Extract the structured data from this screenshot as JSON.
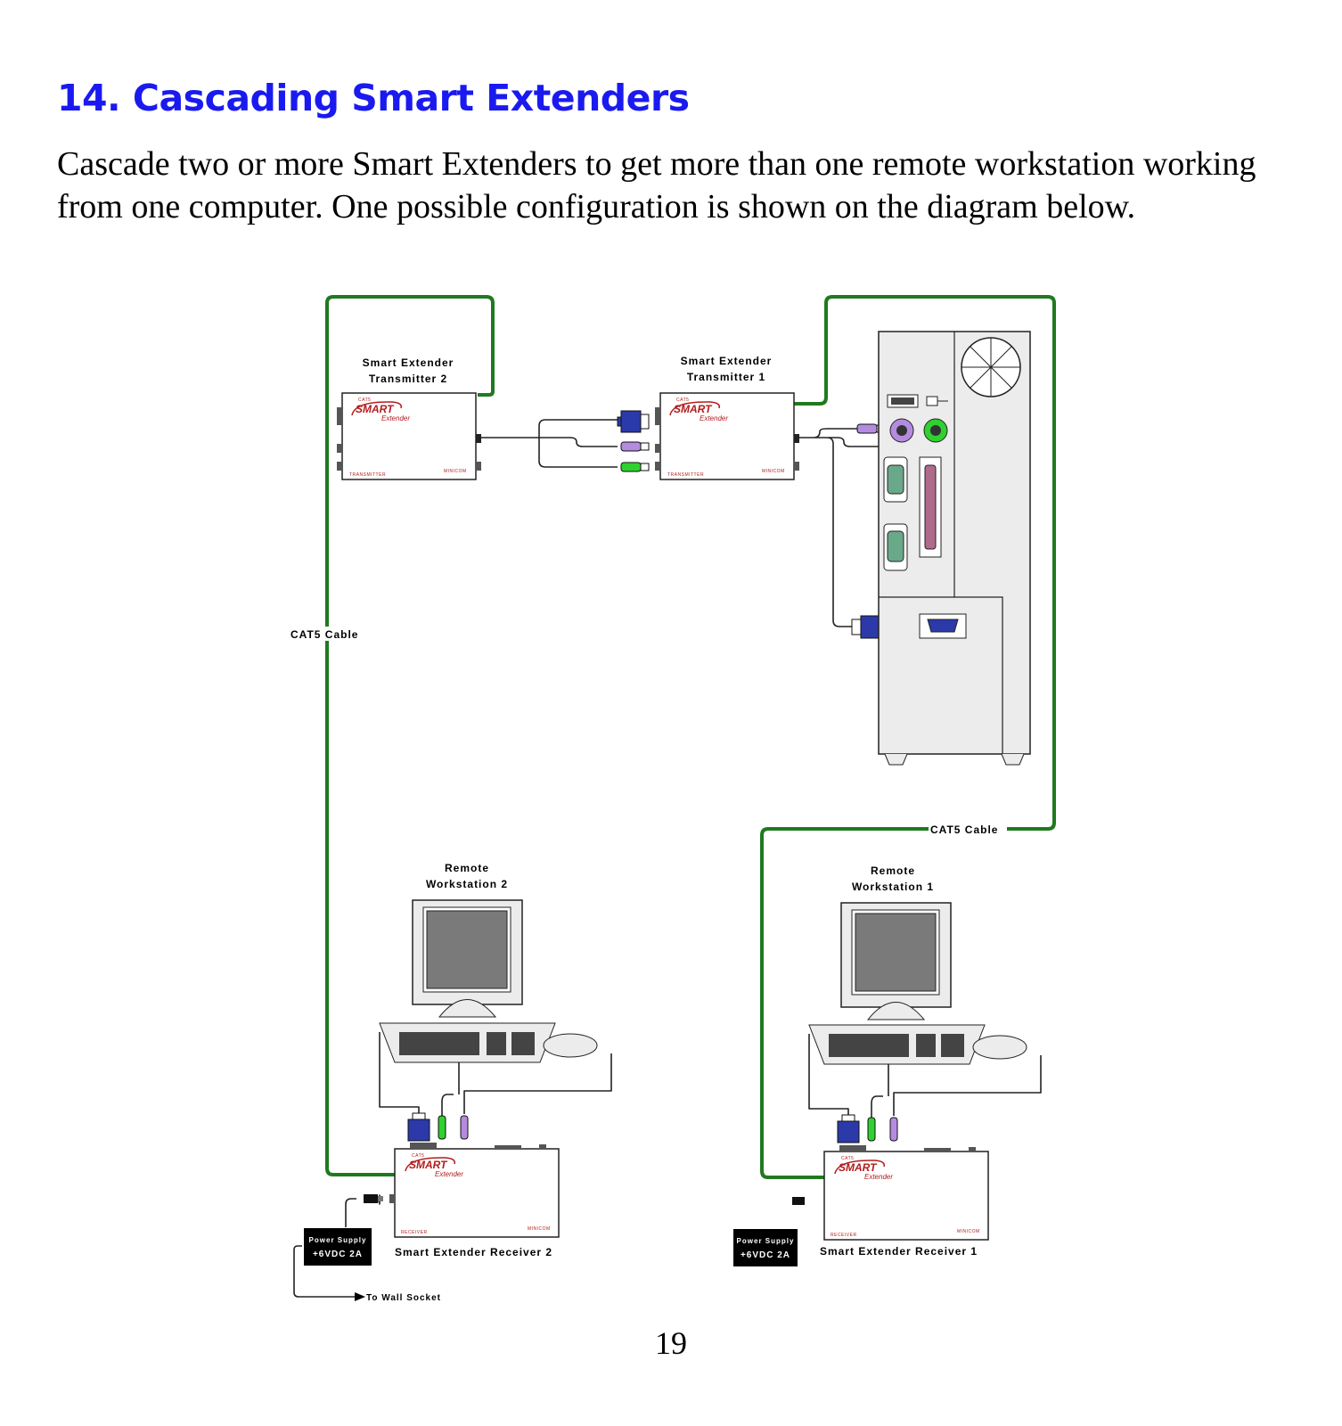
{
  "heading": "14. Cascading Smart Extenders",
  "intro": "Cascade two or more Smart Extenders to get more than one remote workstation working from one computer. One possible configuration is shown on the diagram below.",
  "page_number": "19",
  "diagram": {
    "transmitter2": {
      "line1": "Smart Extender",
      "line2": "Transmitter 2",
      "footer_left": "TRANSMITTER",
      "footer_right": "MINICOM"
    },
    "transmitter1": {
      "line1": "Smart Extender",
      "line2": "Transmitter 1",
      "footer_left": "TRANSMITTER",
      "footer_right": "MINICOM"
    },
    "cable_label_left": "CAT5 Cable",
    "cable_label_right": "CAT5 Cable",
    "workstation2": {
      "line1": "Remote",
      "line2": "Workstation 2"
    },
    "workstation1": {
      "line1": "Remote",
      "line2": "Workstation 1"
    },
    "receiver2": {
      "label": "Smart Extender  Receiver 2",
      "footer_left": "RECEIVER",
      "footer_right": "MINICOM"
    },
    "receiver1": {
      "label": "Smart Extender Receiver 1",
      "footer_left": "RECEIVER",
      "footer_right": "MINICOM"
    },
    "power_supply": {
      "line1": "Power Supply",
      "line2": "+6VDC 2A"
    },
    "wall_socket": "To Wall Socket",
    "logo": {
      "small": "CAT5",
      "main": "SMART",
      "sub": "Extender"
    },
    "colors": {
      "cat5": "#1f7a1f",
      "heading": "#1a1af0",
      "vga": "#2b3aa8",
      "ps2_mouse": "#b58be0",
      "ps2_keyboard": "#2fd12f",
      "serial": "#6aa88a",
      "parallel": "#b06a8c"
    }
  }
}
